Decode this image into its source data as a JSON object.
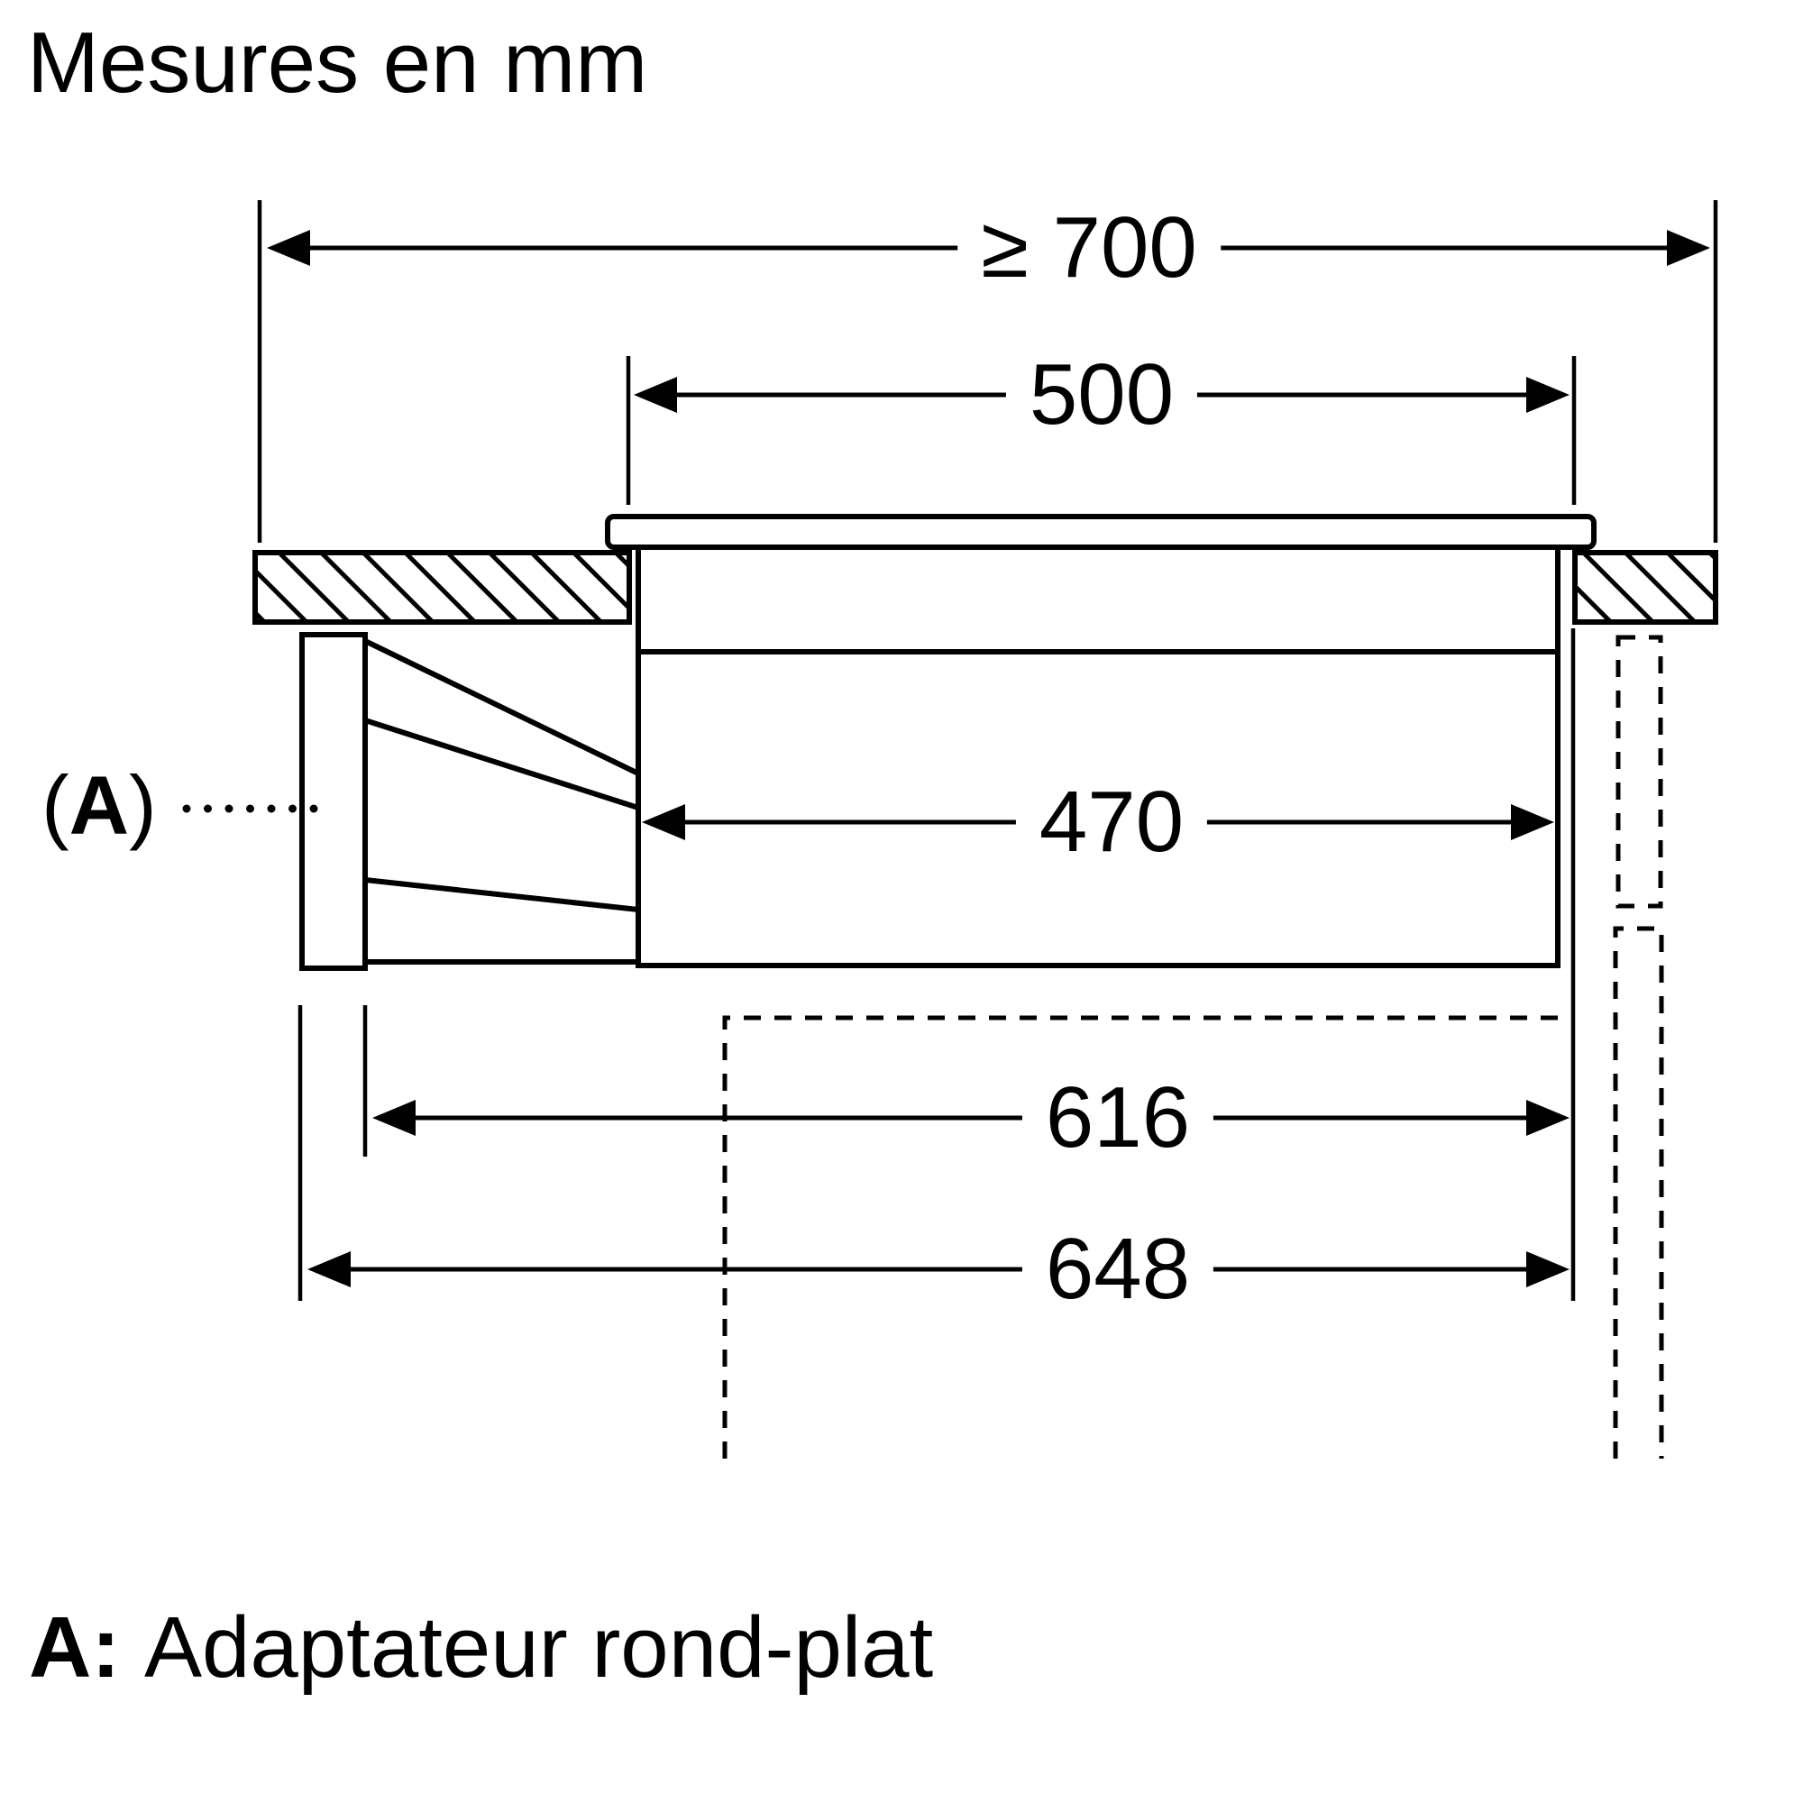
{
  "title": "Mesures en mm",
  "dimensions": {
    "worktop_min_width": "≥ 700",
    "cutout_width": "500",
    "appliance_body_width": "470",
    "duct_inner_offset": "616",
    "duct_outer_offset": "648"
  },
  "callout": {
    "open_paren": "(",
    "label": "A",
    "close_paren": ")"
  },
  "legend": {
    "key": "A:",
    "text": "Adaptateur rond-plat"
  },
  "colors": {
    "line": "#000000",
    "text": "#000000",
    "background": "#ffffff"
  }
}
